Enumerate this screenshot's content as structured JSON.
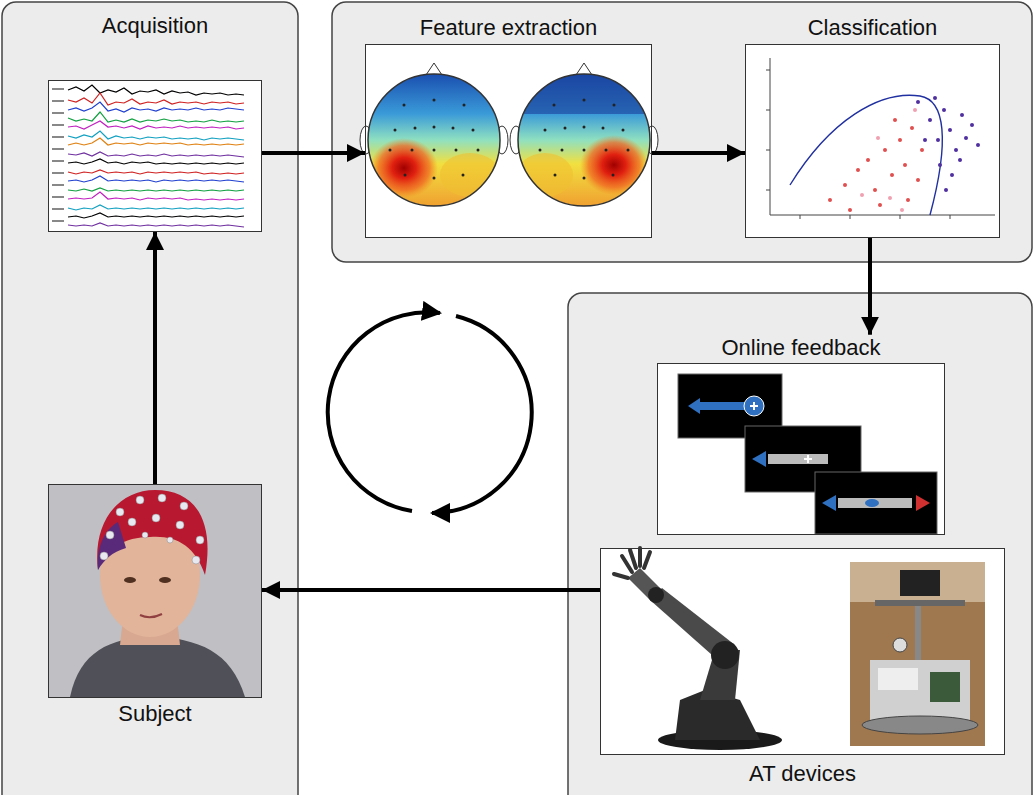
{
  "diagram": {
    "nodes": [
      {
        "text": [
          "Acquisition"
        ]
      },
      {
        "text": [
          "Feature extraction"
        ]
      },
      {
        "text": [
          "Classification"
        ]
      },
      {
        "text": [
          "Online feedback"
        ]
      },
      {
        "text": [
          "AT devices"
        ]
      },
      {
        "text": [
          "Subject"
        ]
      }
    ],
    "edges": [
      {
        "from": 0,
        "to": 1,
        "arrow": "to"
      },
      {
        "from": 1,
        "to": 2,
        "arrow": "to"
      },
      {
        "from": 2,
        "to": 3,
        "arrow": "to"
      },
      {
        "from": 4,
        "to": 5,
        "arrow": "to"
      },
      {
        "from": 5,
        "to": 0,
        "arrow": "to"
      }
    ]
  }
}
